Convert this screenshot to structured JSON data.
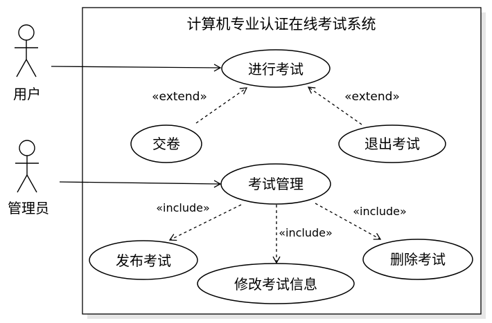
{
  "system": {
    "title": "计算机专业认证在线考试系统"
  },
  "actors": {
    "user": "用户",
    "admin": "管理员"
  },
  "use_cases": {
    "take_exam": "进行考试",
    "submit": "交卷",
    "exit_exam": "退出考试",
    "exam_mgmt": "考试管理",
    "publish": "发布考试",
    "modify": "修改考试信息",
    "delete": "删除考试"
  },
  "relations": {
    "extend_submit": "«extend»",
    "extend_exit": "«extend»",
    "include_publish": "«include»",
    "include_modify": "«include»",
    "include_delete": "«include»"
  }
}
